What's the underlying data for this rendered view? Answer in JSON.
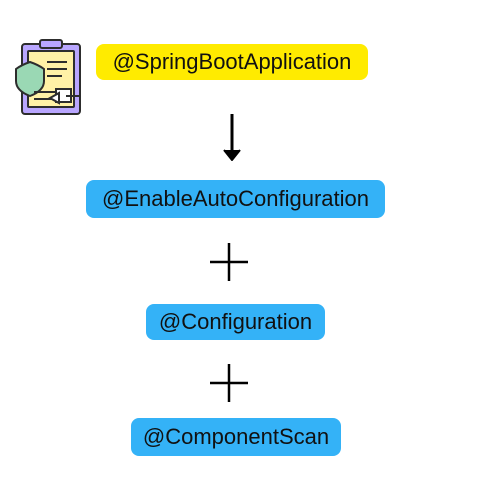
{
  "flow": {
    "source_annotation": "@SpringBootApplication",
    "components": [
      "@EnableAutoConfiguration",
      "@Configuration",
      "@ComponentScan"
    ]
  },
  "icons": {
    "clipboard": "clipboard-shield-icon",
    "arrow": "arrow-down-icon",
    "plus": "plus-icon"
  },
  "colors": {
    "yellow_pill": "#ffeb00",
    "blue_pill": "#34b2f7",
    "text": "#111111"
  }
}
